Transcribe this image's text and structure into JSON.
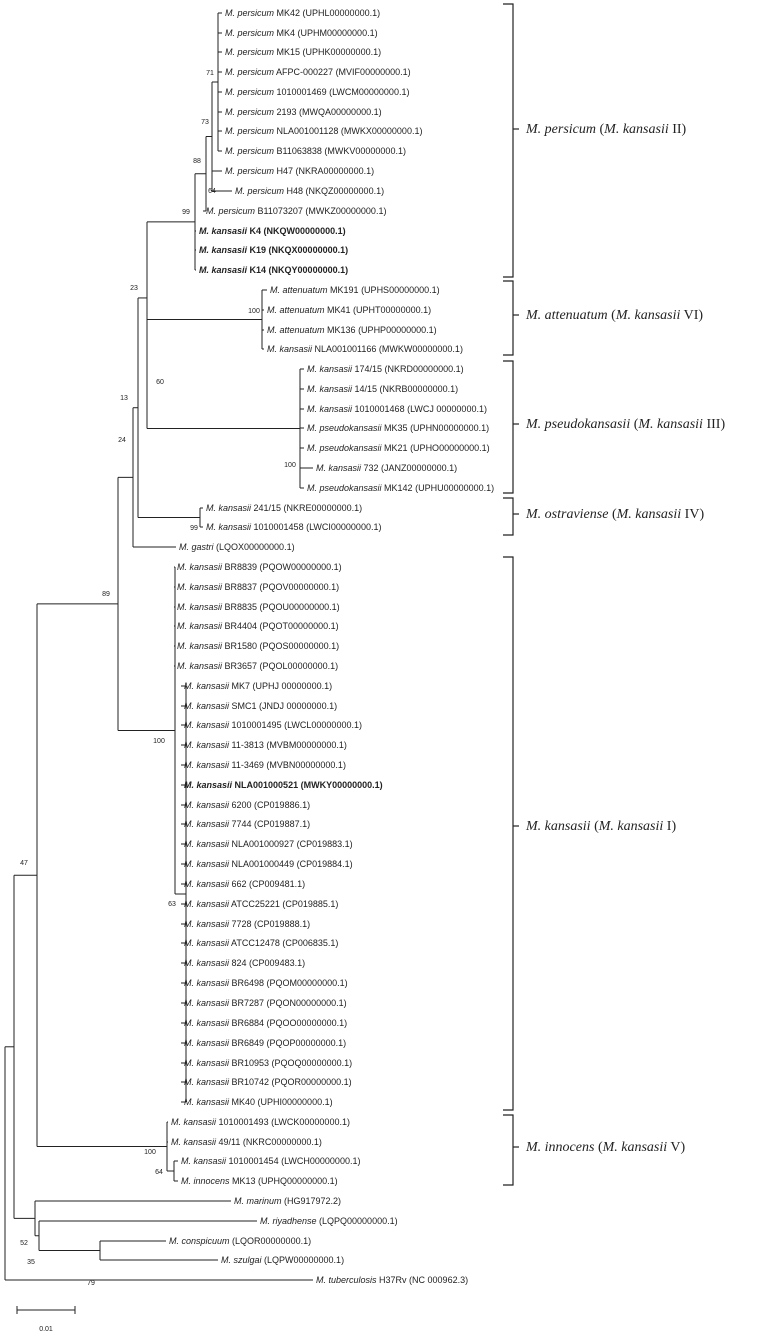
{
  "taxa": [
    {
      "species": "M. persicum",
      "strain": "MK42",
      "accession": "(UPHL00000000.1)",
      "bold": false
    },
    {
      "species": "M. persicum",
      "strain": "MK4",
      "accession": "(UPHM00000000.1)",
      "bold": false
    },
    {
      "species": "M. persicum",
      "strain": "MK15",
      "accession": "(UPHK00000000.1)",
      "bold": false
    },
    {
      "species": "M. persicum",
      "strain": "AFPC-000227",
      "accession": "(MVIF00000000.1)",
      "bold": false
    },
    {
      "species": "M. persicum",
      "strain": "1010001469",
      "accession": "(LWCM00000000.1)",
      "bold": false
    },
    {
      "species": "M. persicum",
      "strain": "2193",
      "accession": "(MWQA00000000.1)",
      "bold": false
    },
    {
      "species": "M. persicum",
      "strain": "NLA001001128",
      "accession": "(MWKX00000000.1)",
      "bold": false
    },
    {
      "species": "M. persicum",
      "strain": "B11063838",
      "accession": "(MWKV00000000.1)",
      "bold": false
    },
    {
      "species": "M. persicum",
      "strain": "H47",
      "accession": "(NKRA00000000.1)",
      "bold": false
    },
    {
      "species": "M. persicum",
      "strain": "H48",
      "accession": "(NKQZ00000000.1)",
      "bold": false
    },
    {
      "species": "M. persicum",
      "strain": "B11073207",
      "accession": "(MWKZ00000000.1)",
      "bold": false
    },
    {
      "species": "M. kansasii",
      "strain": "K4",
      "accession": "(NKQW00000000.1)",
      "bold": true
    },
    {
      "species": "M. kansasii",
      "strain": "K19",
      "accession": "(NKQX00000000.1)",
      "bold": true
    },
    {
      "species": "M. kansasii",
      "strain": "K14",
      "accession": "(NKQY00000000.1)",
      "bold": true
    },
    {
      "species": "M. attenuatum",
      "strain": "MK191",
      "accession": "(UPHS00000000.1)",
      "bold": false
    },
    {
      "species": "M. attenuatum",
      "strain": "MK41",
      "accession": "(UPHT00000000.1)",
      "bold": false
    },
    {
      "species": "M. attenuatum",
      "strain": "MK136",
      "accession": "(UPHP00000000.1)",
      "bold": false
    },
    {
      "species": "M. kansasii",
      "strain": "NLA001001166",
      "accession": "(MWKW00000000.1)",
      "bold": false
    },
    {
      "species": "M. kansasii",
      "strain": "174/15",
      "accession": "(NKRD00000000.1)",
      "bold": false
    },
    {
      "species": "M. kansasii",
      "strain": "14/15",
      "accession": "(NKRB00000000.1)",
      "bold": false
    },
    {
      "species": "M. kansasii",
      "strain": "1010001468",
      "accession": "(LWCJ 00000000.1)",
      "bold": false
    },
    {
      "species": "M. pseudokansasii",
      "strain": "MK35",
      "accession": "(UPHN00000000.1)",
      "bold": false
    },
    {
      "species": "M. pseudokansasii",
      "strain": "MK21",
      "accession": "(UPHO00000000.1)",
      "bold": false
    },
    {
      "species": "M. kansasii",
      "strain": "732",
      "accession": "(JANZ00000000.1)",
      "bold": false
    },
    {
      "species": "M. pseudokansasii",
      "strain": "MK142",
      "accession": "(UPHU00000000.1)",
      "bold": false
    },
    {
      "species": "M. kansasii",
      "strain": "241/15",
      "accession": "(NKRE00000000.1)",
      "bold": false
    },
    {
      "species": "M. kansasii",
      "strain": "1010001458",
      "accession": "(LWCI00000000.1)",
      "bold": false
    },
    {
      "species": "M. gastri",
      "strain": "",
      "accession": "(LQOX00000000.1)",
      "bold": false
    },
    {
      "species": "M. kansasii",
      "strain": "BR8839",
      "accession": "(PQOW00000000.1)",
      "bold": false
    },
    {
      "species": "M. kansasii",
      "strain": "BR8837",
      "accession": "(PQOV00000000.1)",
      "bold": false
    },
    {
      "species": "M. kansasii",
      "strain": "BR8835",
      "accession": "(PQOU00000000.1)",
      "bold": false
    },
    {
      "species": "M. kansasii",
      "strain": "BR4404",
      "accession": "(PQOT00000000.1)",
      "bold": false
    },
    {
      "species": "M. kansasii",
      "strain": "BR1580",
      "accession": "(PQOS00000000.1)",
      "bold": false
    },
    {
      "species": "M. kansasii",
      "strain": "BR3657",
      "accession": "(PQOL00000000.1)",
      "bold": false
    },
    {
      "species": "M. kansasii",
      "strain": "MK7",
      "accession": "(UPHJ 00000000.1)",
      "bold": false
    },
    {
      "species": "M. kansasii",
      "strain": "SMC1",
      "accession": "(JNDJ 00000000.1)",
      "bold": false
    },
    {
      "species": "M. kansasii",
      "strain": "1010001495",
      "accession": "(LWCL00000000.1)",
      "bold": false
    },
    {
      "species": "M. kansasii",
      "strain": "11-3813",
      "accession": "(MVBM00000000.1)",
      "bold": false
    },
    {
      "species": "M. kansasii",
      "strain": "11-3469",
      "accession": "(MVBN00000000.1)",
      "bold": false
    },
    {
      "species": "M. kansasii",
      "strain": "NLA001000521",
      "accession": "(MWKY00000000.1)",
      "bold": true
    },
    {
      "species": "M. kansasii",
      "strain": "6200",
      "accession": "(CP019886.1)",
      "bold": false
    },
    {
      "species": "M. kansasii",
      "strain": "7744",
      "accession": "(CP019887.1)",
      "bold": false
    },
    {
      "species": "M. kansasii",
      "strain": "NLA001000927",
      "accession": "(CP019883.1)",
      "bold": false
    },
    {
      "species": "M. kansasii",
      "strain": "NLA001000449",
      "accession": "(CP019884.1)",
      "bold": false
    },
    {
      "species": "M. kansasii",
      "strain": "662",
      "accession": "(CP009481.1)",
      "bold": false
    },
    {
      "species": "M. kansasii",
      "strain": "ATCC25221",
      "accession": "(CP019885.1)",
      "bold": false
    },
    {
      "species": "M. kansasii",
      "strain": "7728",
      "accession": "(CP019888.1)",
      "bold": false
    },
    {
      "species": "M. kansasii",
      "strain": "ATCC12478",
      "accession": "(CP006835.1)",
      "bold": false
    },
    {
      "species": "M. kansasii",
      "strain": "824",
      "accession": "(CP009483.1)",
      "bold": false
    },
    {
      "species": "M. kansasii",
      "strain": "BR6498",
      "accession": "(PQOM00000000.1)",
      "bold": false
    },
    {
      "species": "M. kansasii",
      "strain": "BR7287",
      "accession": "(PQON00000000.1)",
      "bold": false
    },
    {
      "species": "M. kansasii",
      "strain": "BR6884",
      "accession": "(PQOO00000000.1)",
      "bold": false
    },
    {
      "species": "M. kansasii",
      "strain": "BR6849",
      "accession": "(PQOP00000000.1)",
      "bold": false
    },
    {
      "species": "M. kansasii",
      "strain": "BR10953",
      "accession": "(PQOQ00000000.1)",
      "bold": false
    },
    {
      "species": "M. kansasii",
      "strain": "BR10742",
      "accession": "(PQOR00000000.1)",
      "bold": false
    },
    {
      "species": "M. kansasii",
      "strain": "MK40",
      "accession": "(UPHI00000000.1)",
      "bold": false
    },
    {
      "species": "M. kansasii",
      "strain": "1010001493",
      "accession": "(LWCK00000000.1)",
      "bold": false
    },
    {
      "species": "M. kansasii",
      "strain": "49/11",
      "accession": "(NKRC00000000.1)",
      "bold": false
    },
    {
      "species": "M. kansasii",
      "strain": "1010001454",
      "accession": "(LWCH00000000.1)",
      "bold": false
    },
    {
      "species": "M. innocens",
      "strain": "MK13",
      "accession": "(UPHQ00000000.1)",
      "bold": false
    },
    {
      "species": "M. marinum",
      "strain": "",
      "accession": "(HG917972.2)",
      "bold": false
    },
    {
      "species": "M. riyadhense",
      "strain": "",
      "accession": "(LQPQ00000000.1)",
      "bold": false
    },
    {
      "species": "M. conspicuum",
      "strain": "",
      "accession": "(LQOR00000000.1)",
      "bold": false
    },
    {
      "species": "M. szulgai",
      "strain": "",
      "accession": "(LQPW00000000.1)",
      "bold": false
    },
    {
      "species": "M. tuberculosis",
      "strain": "H37Rv",
      "accession": "(NC 000962.3)",
      "bold": false
    }
  ],
  "bootstrap": [
    "71",
    "73",
    "88",
    "64",
    "99",
    "23",
    "100",
    "60",
    "100",
    "13",
    "24",
    "99",
    "89",
    "100",
    "63",
    "47",
    "100",
    "64",
    "52",
    "35",
    "79"
  ],
  "clades": [
    {
      "species": "M. persicum",
      "rest": "(M. kansasii II)",
      "paren_species": "M. kansasii",
      "paren_roman": "II"
    },
    {
      "species": "M. attenuatum",
      "rest": "(M. kansasii VI)",
      "paren_species": "M. kansasii",
      "paren_roman": "VI"
    },
    {
      "species": "M. pseudokansasii",
      "rest": "(M. kansasii III)",
      "paren_species": "M. kansasii",
      "paren_roman": "III"
    },
    {
      "species": "M. ostraviense",
      "rest": "(M. kansasii IV)",
      "paren_species": "M. kansasii",
      "paren_roman": "IV"
    },
    {
      "species": "M. kansasii",
      "rest": "(M. kansasii I)",
      "paren_species": "M. kansasii",
      "paren_roman": "I"
    },
    {
      "species": "M. innocens",
      "rest": "(M. kansasii V)",
      "paren_species": "M. kansasii",
      "paren_roman": "V"
    }
  ],
  "scale_bar": {
    "label": "0.01"
  }
}
